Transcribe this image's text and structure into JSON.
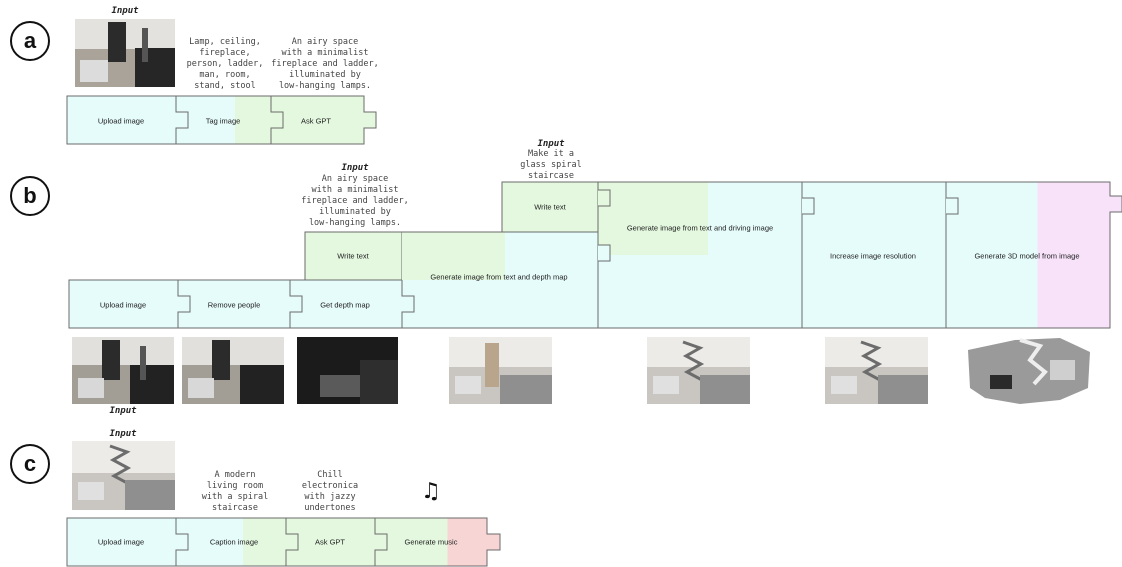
{
  "sections": {
    "a": {
      "badge": "a",
      "input_label": "Input",
      "tags_text": "Lamp, ceiling,\nfireplace,\nperson, ladder,\nman, room,\nstand, stool",
      "gpt_text": "An airy space\nwith a minimalist\nfireplace and ladder,\nilluminated by\nlow-hanging lamps.",
      "blocks": [
        "Upload image",
        "Tag image",
        "Ask GPT"
      ]
    },
    "b": {
      "badge": "b",
      "input1_label": "Input",
      "input1_text": "An airy space\nwith a minimalist\nfireplace and ladder,\nilluminated by\nlow-hanging lamps.",
      "input2_label": "Input",
      "input2_text": "Make it a\nglass spiral\nstaircase",
      "input3_label": "Input",
      "blocks": [
        "Upload image",
        "Remove people",
        "Get depth map",
        "Write text",
        "Generate image from text and depth map",
        "Write text",
        "Generate image from text and driving image",
        "Increase image resolution",
        "Generate 3D model from image"
      ]
    },
    "c": {
      "badge": "c",
      "input_label": "Input",
      "caption_text": "A modern\nliving room\nwith a spiral\nstaircase",
      "gpt_text": "Chill\nelectronica\nwith jazzy\nundertones",
      "music_icon": "music-note-icon",
      "music_glyph": "♫",
      "blocks": [
        "Upload image",
        "Caption image",
        "Ask GPT",
        "Generate music"
      ]
    }
  },
  "colors": {
    "cyan": "#e6fcfb",
    "green": "#e3f8df",
    "pink": "#f8e2fa",
    "red": "#f8d5d5",
    "border": "#6b6b6b"
  }
}
